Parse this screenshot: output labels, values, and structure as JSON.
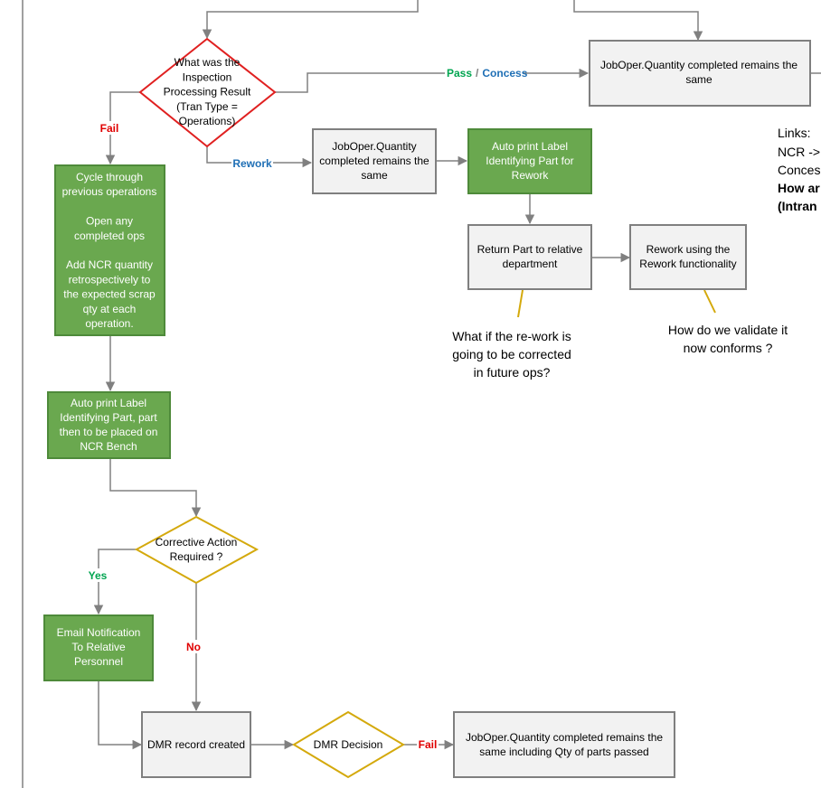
{
  "nodes": {
    "inspection_decision": {
      "lines": [
        "What was the",
        "Inspection",
        "Processing Result",
        "(Tran Type =",
        "Operations)"
      ]
    },
    "pass_result": {
      "lines": [
        "JobOper.Quantity completed remains the",
        "same"
      ]
    },
    "rework_qty": {
      "lines": [
        "JobOper.Quantity",
        "completed remains the",
        "same"
      ]
    },
    "rework_label": {
      "lines": [
        "Auto print Label",
        "Identifying Part for",
        "Rework"
      ]
    },
    "return_part": {
      "lines": [
        "Return Part to relative",
        "department"
      ]
    },
    "rework_function": {
      "lines": [
        "Rework using the",
        "Rework functionality"
      ]
    },
    "cycle_ops": {
      "lines": [
        "Cycle through",
        "previous operations",
        "",
        "Open any",
        "completed ops",
        "",
        "Add NCR quantity",
        "retrospectively to",
        "the expected scrap",
        "qty at each",
        "operation."
      ]
    },
    "ncr_label": {
      "lines": [
        "Auto print Label",
        "Identifying Part, part",
        "then to be placed on",
        "NCR Bench"
      ]
    },
    "corrective_decision": {
      "lines": [
        "Corrective Action",
        "Required ?"
      ]
    },
    "email_notification": {
      "lines": [
        "Email Notification",
        "To Relative",
        "Personnel"
      ]
    },
    "dmr_record": {
      "lines": [
        "DMR record created"
      ]
    },
    "dmr_decision": {
      "lines": [
        "DMR Decision"
      ]
    },
    "dmr_fail_result": {
      "lines": [
        "JobOper.Quantity completed remains the",
        "same including Qty of parts passed"
      ]
    }
  },
  "edges": {
    "pass": "Pass",
    "slash": "/",
    "concess": "Concess",
    "fail_top": "Fail",
    "rework": "Rework",
    "yes": "Yes",
    "no": "No",
    "fail_dmr": "Fail"
  },
  "notes": {
    "rework_future": [
      "What if the re-work is",
      "going to be corrected",
      "in future ops?"
    ],
    "validate": [
      "How do we validate it",
      "now conforms ?"
    ]
  },
  "side_panel": {
    "links_title": "Links:",
    "ncr": "NCR ->",
    "concess": "Conces",
    "question_1": "How ar",
    "question_2": "(Intran"
  },
  "colors": {
    "green_fill": "#6aa84f",
    "green_border": "#4e8a3a",
    "grey_fill": "#f2f2f2",
    "grey_border": "#7f7f7f",
    "red_diamond": "#e02020",
    "gold_diamond": "#d4a90c",
    "label_green": "#00a550",
    "label_blue": "#1f6fb5",
    "label_red": "#e00000",
    "connector": "#808080"
  }
}
